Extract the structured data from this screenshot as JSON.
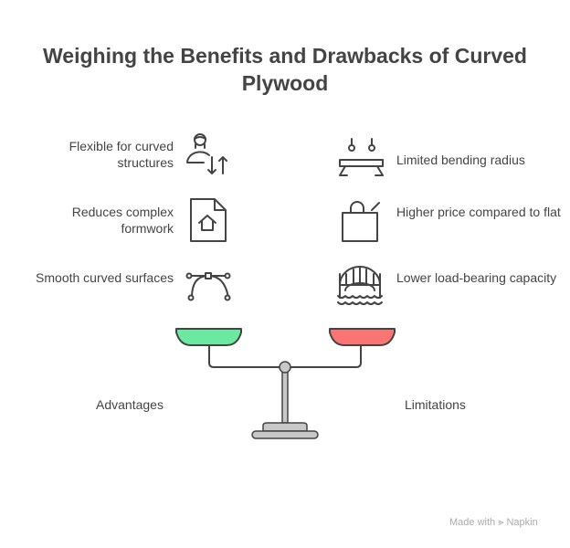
{
  "title": "Weighing the Benefits and Drawbacks of Curved Plywood",
  "advantages": {
    "label": "Advantages",
    "items": [
      {
        "text": "Flexible for curved structures",
        "icon": "person-arrows-icon"
      },
      {
        "text": "Reduces complex formwork",
        "icon": "document-house-icon"
      },
      {
        "text": "Smooth curved surfaces",
        "icon": "bezier-curve-icon"
      }
    ]
  },
  "limitations": {
    "label": "Limitations",
    "items": [
      {
        "text": "Limited bending radius",
        "icon": "bench-press-icon"
      },
      {
        "text": "Higher price compared to flat",
        "icon": "bag-price-icon"
      },
      {
        "text": "Lower load-bearing capacity",
        "icon": "bridge-icon"
      }
    ]
  },
  "footer": "Made with ⪢ Napkin",
  "colors": {
    "left_pan": "#6be9a0",
    "right_pan": "#fb7474",
    "scale": "#c8c8c8"
  }
}
